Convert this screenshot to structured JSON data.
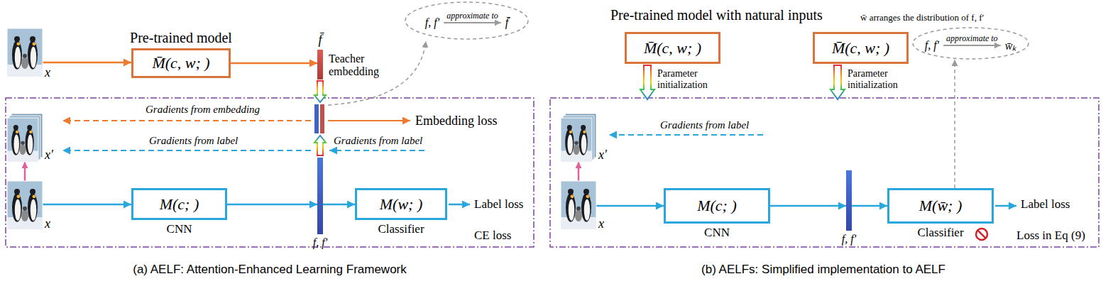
{
  "diagram": {
    "nodes": [
      {
        "text": [
          "Pre-trained model",
          "M̄(c, w; )"
        ]
      },
      {
        "text": [
          "f̄",
          "Teacher embedding"
        ]
      },
      {
        "text": [
          "M(c; )",
          "CNN"
        ]
      },
      {
        "text": [
          "f, f'"
        ]
      },
      {
        "text": [
          "M(w; )",
          "Classifier"
        ]
      },
      {
        "text": [
          "x"
        ]
      },
      {
        "text": [
          "x'"
        ]
      },
      {
        "text": [
          "x"
        ]
      },
      {
        "text": [
          "f, f′",
          "approximate to",
          "f̄"
        ]
      },
      {
        "text": [
          "M̄(c, w; )"
        ]
      },
      {
        "text": [
          "M̄(c, w; )"
        ]
      },
      {
        "text": [
          "x'"
        ]
      },
      {
        "text": [
          "x"
        ]
      },
      {
        "text": [
          "M(c; )",
          "CNN"
        ]
      },
      {
        "text": [
          "f, f'"
        ]
      },
      {
        "text": [
          "M(w̄; )",
          "Classifier"
        ]
      },
      {
        "text": [
          "f, f′",
          "approximate to",
          "w̄ₖ"
        ]
      }
    ],
    "edges": [
      {
        "from": 5,
        "to": 0,
        "arrow": "to"
      },
      {
        "from": 0,
        "to": 1,
        "arrow": "to"
      },
      {
        "from": 7,
        "to": 6,
        "arrow": "to"
      },
      {
        "from": 7,
        "to": 2,
        "arrow": "to"
      },
      {
        "from": 2,
        "to": 3,
        "arrow": "to"
      },
      {
        "from": 3,
        "to": 4,
        "arrow": "to"
      },
      {
        "from": 12,
        "to": 11,
        "arrow": "to"
      },
      {
        "from": 12,
        "to": 13,
        "arrow": "to"
      },
      {
        "from": 13,
        "to": 14,
        "arrow": "to"
      },
      {
        "from": 14,
        "to": 15,
        "arrow": "to"
      },
      {
        "from": 15,
        "to": 16,
        "arrow": "to"
      }
    ],
    "labels": [
      "Gradients from embedding",
      "Gradients from label",
      "Gradients from label",
      "Embedding loss",
      "Label loss",
      "CE loss",
      "(a) AELF: Attention-Enhanced Learning Framework",
      "Pre-trained model with natural inputs",
      "w̄ arranges the distribution of f, f′",
      "Parameter initialization",
      "Parameter initialization",
      "Gradients from label",
      "Label loss",
      "Loss in Eq (9)",
      "(b) AELFs: Simplified implementation to AELF"
    ]
  }
}
